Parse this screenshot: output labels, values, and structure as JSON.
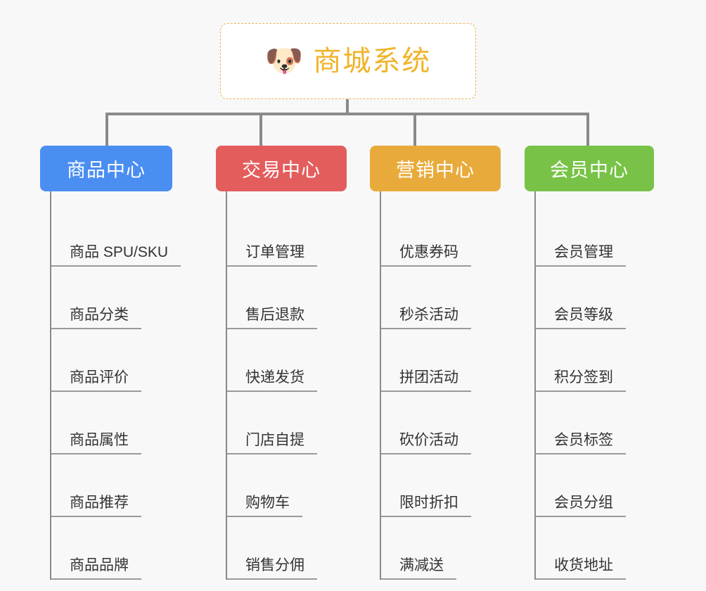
{
  "root": {
    "icon": "dog-face-icon",
    "emoji": "🐶",
    "title": "商城系统",
    "color": "#f0b429",
    "border_color": "#e8b552"
  },
  "canvas": {
    "background": "#f8f8f8",
    "connector_color": "#8a8a8a"
  },
  "branches": [
    {
      "id": "product-center",
      "label": "商品中心",
      "color": "#4a8ef2",
      "items": [
        {
          "label": "商品 SPU/SKU"
        },
        {
          "label": "商品分类"
        },
        {
          "label": "商品评价"
        },
        {
          "label": "商品属性"
        },
        {
          "label": "商品推荐"
        },
        {
          "label": "商品品牌"
        }
      ]
    },
    {
      "id": "trade-center",
      "label": "交易中心",
      "color": "#e45d5d",
      "items": [
        {
          "label": "订单管理"
        },
        {
          "label": "售后退款"
        },
        {
          "label": "快递发货"
        },
        {
          "label": "门店自提"
        },
        {
          "label": "购物车"
        },
        {
          "label": "销售分佣"
        }
      ]
    },
    {
      "id": "marketing-center",
      "label": "营销中心",
      "color": "#e8ab3b",
      "items": [
        {
          "label": "优惠券码"
        },
        {
          "label": "秒杀活动"
        },
        {
          "label": "拼团活动"
        },
        {
          "label": "砍价活动"
        },
        {
          "label": "限时折扣"
        },
        {
          "label": "满减送"
        }
      ]
    },
    {
      "id": "member-center",
      "label": "会员中心",
      "color": "#78c347",
      "items": [
        {
          "label": "会员管理"
        },
        {
          "label": "会员等级"
        },
        {
          "label": "积分签到"
        },
        {
          "label": "会员标签"
        },
        {
          "label": "会员分组"
        },
        {
          "label": "收货地址"
        }
      ]
    }
  ]
}
